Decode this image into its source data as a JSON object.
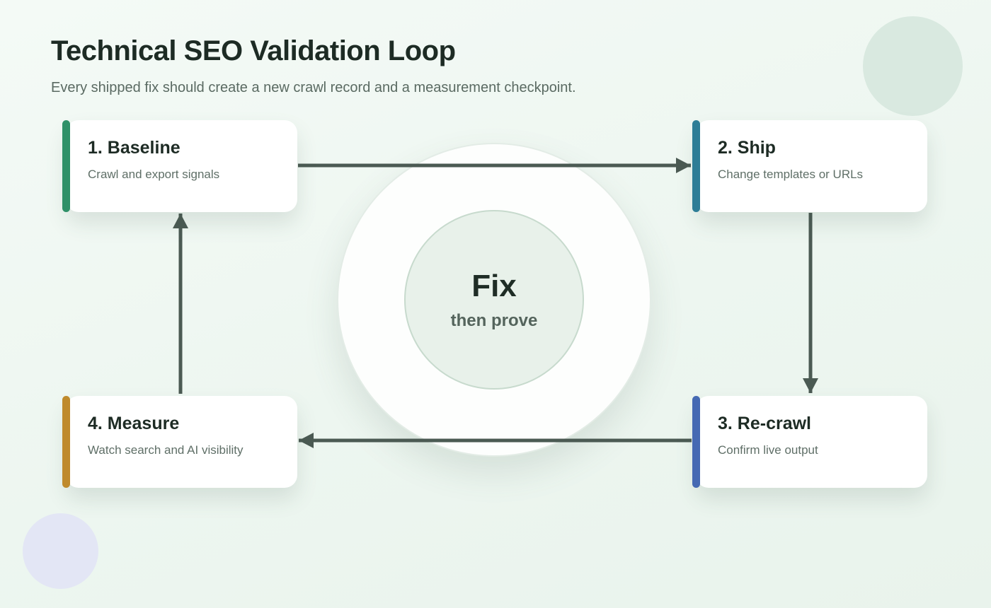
{
  "page": {
    "title": "Technical SEO Validation Loop",
    "subtitle": "Every shipped fix should create a new crawl record and a measurement checkpoint."
  },
  "center": {
    "primary": "Fix",
    "secondary": "then prove"
  },
  "cards": [
    {
      "title": "1. Baseline",
      "subtitle": "Crawl and export signals",
      "accent_color": "#2f9168"
    },
    {
      "title": "2. Ship",
      "subtitle": "Change templates or URLs",
      "accent_color": "#2d7d96"
    },
    {
      "title": "3. Re-crawl",
      "subtitle": "Confirm live output",
      "accent_color": "#4569b3"
    },
    {
      "title": "4. Measure",
      "subtitle": "Watch search and AI visibility",
      "accent_color": "#bf8a2c"
    }
  ],
  "colors": {
    "background": "#edf6f0",
    "arrow": "#4b5a53",
    "card_background": "#ffffff",
    "heading_text": "#1d2b24",
    "body_text": "#5f6f67",
    "outer_circle_fill": "#fdfefd",
    "inner_circle_fill": "#e8f1ea",
    "inner_circle_border": "#c7dacd",
    "decor_circle_top_right": "#d9e9e0",
    "decor_circle_bottom_left": "#e3e6f5"
  }
}
